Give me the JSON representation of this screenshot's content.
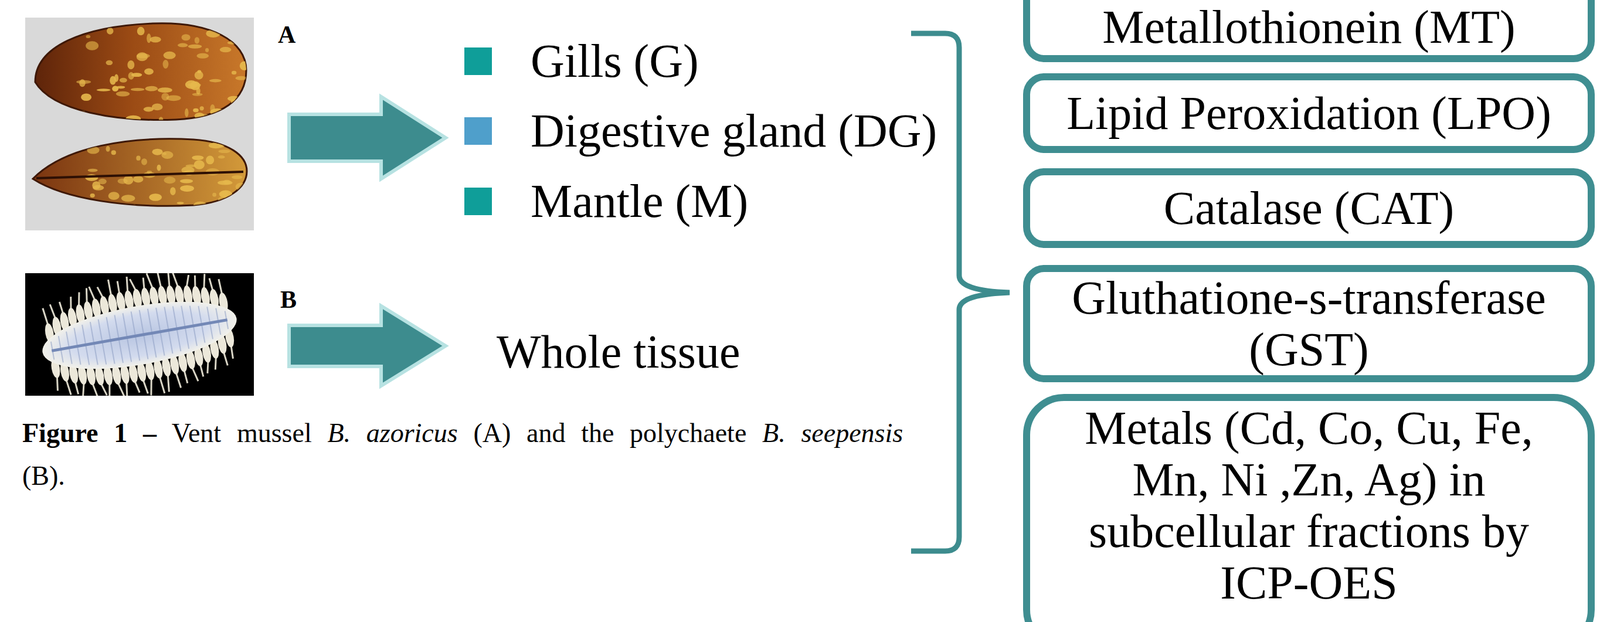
{
  "diagram": {
    "caption": "Figure 1 – Vent mussel B. azoricus (A) and the polychaete B. seepensis (B).",
    "nodes": [
      {
        "text": [
          "Metallothionein (MT)"
        ]
      },
      {
        "text": [
          "Lipid Peroxidation (LPO)"
        ]
      },
      {
        "text": [
          "Catalase (CAT)"
        ]
      },
      {
        "text": [
          "Gluthatione-s-transferase (GST)"
        ]
      },
      {
        "text": [
          "Metals (Cd, Co, Cu, Fe, Mn, Ni ,Zn, Ag) in subcellular fractions by ICP-OES"
        ]
      }
    ],
    "labels": [
      "A",
      "B",
      "Whole tissue"
    ],
    "legend": [
      {
        "text": "Gills (G)",
        "color": "#0f9e99"
      },
      {
        "text": "Digestive gland (DG)",
        "color": "#4f9fcb"
      },
      {
        "text": "Mantle (M)",
        "color": "#0f9e99"
      }
    ]
  }
}
